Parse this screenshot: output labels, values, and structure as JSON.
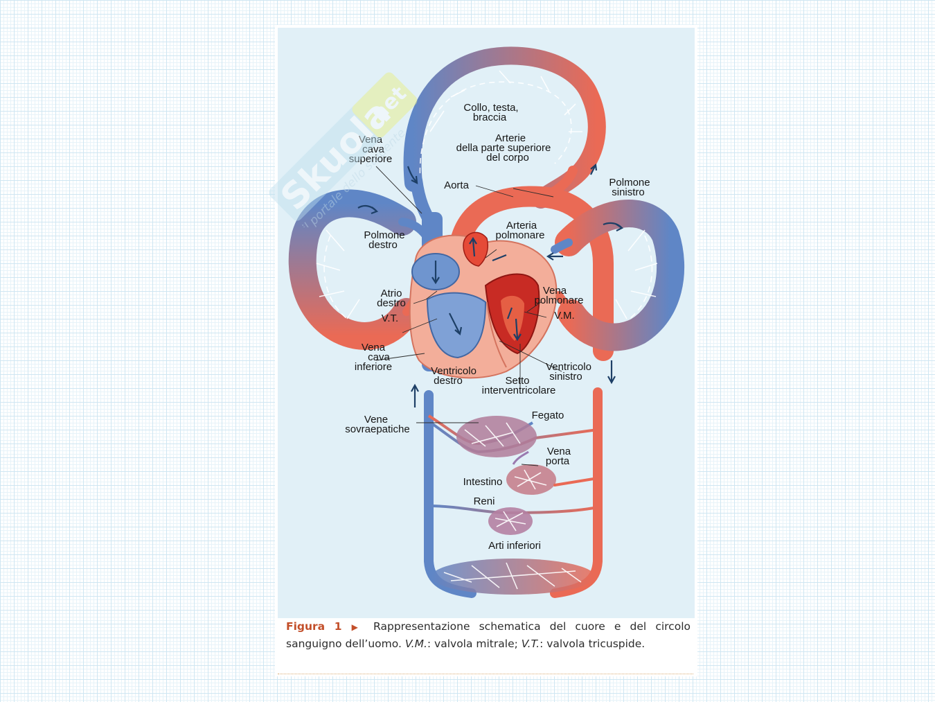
{
  "labels": {
    "collo": [
      "Collo, testa,",
      "braccia"
    ],
    "arterie": [
      "Arterie",
      "della parte superiore",
      "del corpo"
    ],
    "vena_cava_sup": [
      "Vena",
      "cava",
      "superiore"
    ],
    "aorta": "Aorta",
    "polmone_sinistro": [
      "Polmone",
      "sinistro"
    ],
    "polmone_destro": [
      "Polmone",
      "destro"
    ],
    "arteria_polmonare": [
      "Arteria",
      "polmonare"
    ],
    "atrio_destro": [
      "Atrio",
      "destro"
    ],
    "vt": "V.T.",
    "vena_polmonare": [
      "Vena",
      "polmonare"
    ],
    "vm": "V.M.",
    "vena_cava_inf": [
      "Vena",
      "cava",
      "inferiore"
    ],
    "ventricolo_destro": [
      "Ventricolo",
      "destro"
    ],
    "setto": [
      "Setto",
      "interventricolare"
    ],
    "ventricolo_sinistro": [
      "Ventricolo",
      "sinistro"
    ],
    "vene_sovraepatiche": [
      "Vene",
      "sovraepatiche"
    ],
    "fegato": "Fegato",
    "vena_porta": [
      "Vena",
      "porta"
    ],
    "intestino": "Intestino",
    "reni": "Reni",
    "arti_inferiori": "Arti inferiori"
  },
  "caption": {
    "figure_label": "Figura 1",
    "marker": "▶",
    "text_1": "Rappresentazione schematica del cuore e del circolo sanguigno dell’uomo. ",
    "vm_abbr": "V.M.",
    "text_2": ": valvola mitrale; ",
    "vt_abbr": "V.T.",
    "text_3": ": valvola tricuspide."
  },
  "watermark": {
    "brand": "Skuola",
    "suffix": ".net",
    "tagline": "il portale dello studente"
  },
  "colors": {
    "venous": "#5f86c6",
    "arterial": "#ea6a55",
    "background_panel": "#e1f0f7",
    "caption_accent": "#c34f2a"
  }
}
